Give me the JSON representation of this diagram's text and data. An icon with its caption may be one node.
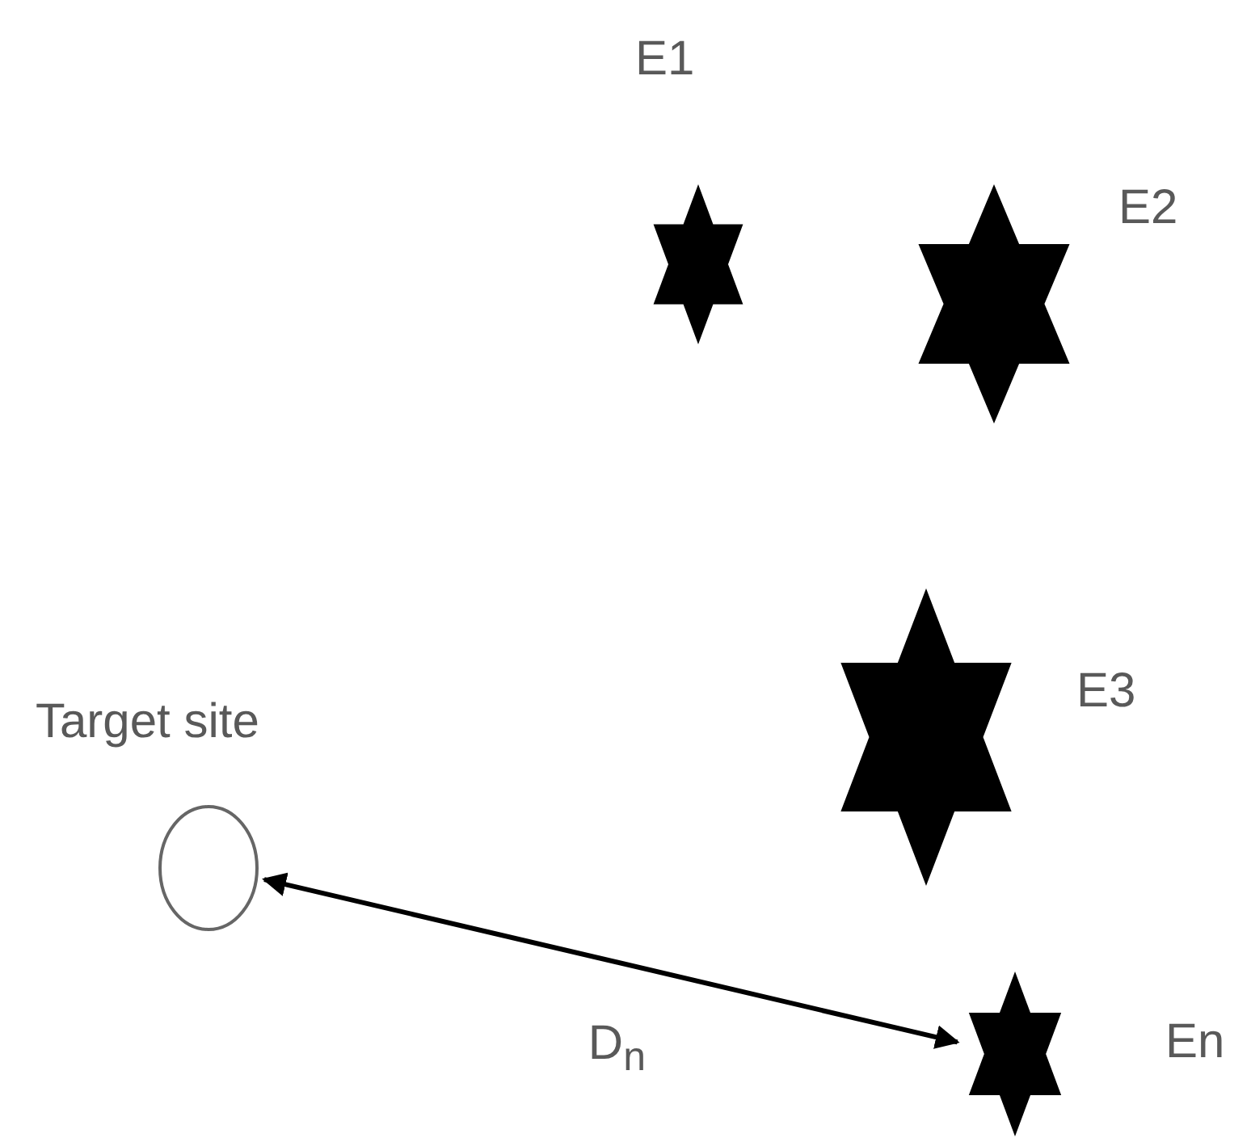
{
  "diagram": {
    "nodes": [
      {
        "text": [
          "E1"
        ]
      },
      {
        "text": [
          "E2"
        ]
      },
      {
        "text": [
          "E3"
        ]
      },
      {
        "text": [
          "Target site"
        ]
      },
      {
        "text": [
          "En"
        ]
      }
    ],
    "edges": [
      {
        "from": 3,
        "to": 4,
        "arrow": "both",
        "label": "D$_{n}$"
      }
    ]
  }
}
